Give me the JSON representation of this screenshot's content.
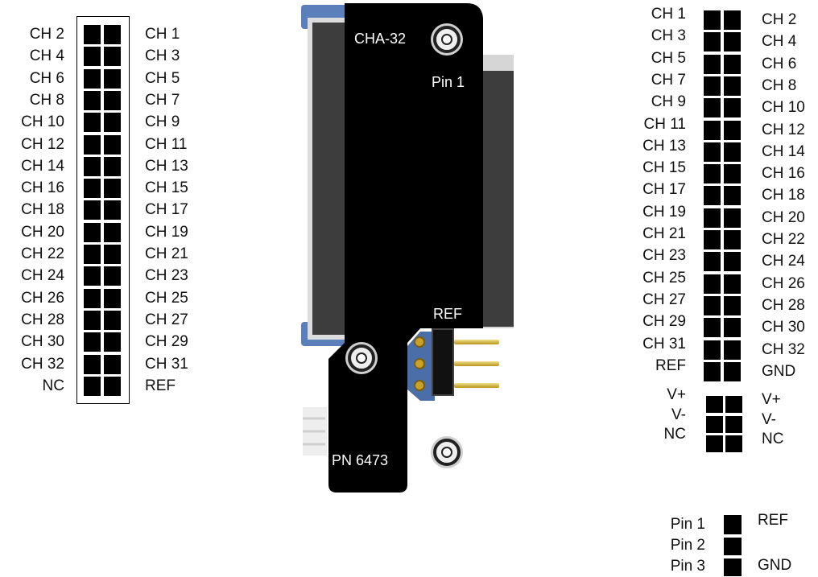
{
  "left_connector": {
    "left_labels": [
      "CH 2",
      "CH 4",
      "CH 6",
      "CH 8",
      "CH 10",
      "CH 12",
      "CH 14",
      "CH 16",
      "CH 18",
      "CH 20",
      "CH 22",
      "CH 24",
      "CH 26",
      "CH 28",
      "CH 30",
      "CH 32",
      "NC"
    ],
    "right_labels": [
      "CH 1",
      "CH 3",
      "CH 5",
      "CH 7",
      "CH 9",
      "CH 11",
      "CH 13",
      "CH 15",
      "CH 17",
      "CH 19",
      "CH 21",
      "CH 23",
      "CH 25",
      "CH 27",
      "CH 29",
      "CH 31",
      "REF"
    ]
  },
  "board": {
    "title": "CHA-32",
    "pin1_label": "Pin 1",
    "ref_label": "REF",
    "gnd_label": "GND",
    "part_number": "PN 6473",
    "colors": {
      "pcb": "#000000",
      "connector_body": "#3d3d3d",
      "substrate": "#4a6fa8",
      "gold": "#c9a227"
    }
  },
  "right_connector": {
    "left_labels": [
      "CH 1",
      "CH 3",
      "CH 5",
      "CH 7",
      "CH 9",
      "CH 11",
      "CH 13",
      "CH 15",
      "CH 17",
      "CH 19",
      "CH 21",
      "CH 23",
      "CH 25",
      "CH 27",
      "CH 29",
      "CH 31",
      "REF"
    ],
    "right_labels": [
      "CH 2",
      "CH 4",
      "CH 6",
      "CH 8",
      "CH 10",
      "CH 12",
      "CH 14",
      "CH 16",
      "CH 18",
      "CH 20",
      "CH 22",
      "CH 24",
      "CH 26",
      "CH 28",
      "CH 30",
      "CH 32",
      "GND"
    ],
    "power_left": [
      "V+",
      "V-",
      "NC"
    ],
    "power_right": [
      "V+",
      "V-",
      "NC"
    ]
  },
  "jumper": {
    "left_labels": [
      "Pin 1",
      "Pin 2",
      "Pin 3"
    ],
    "right_labels": [
      "REF",
      "GND"
    ]
  }
}
